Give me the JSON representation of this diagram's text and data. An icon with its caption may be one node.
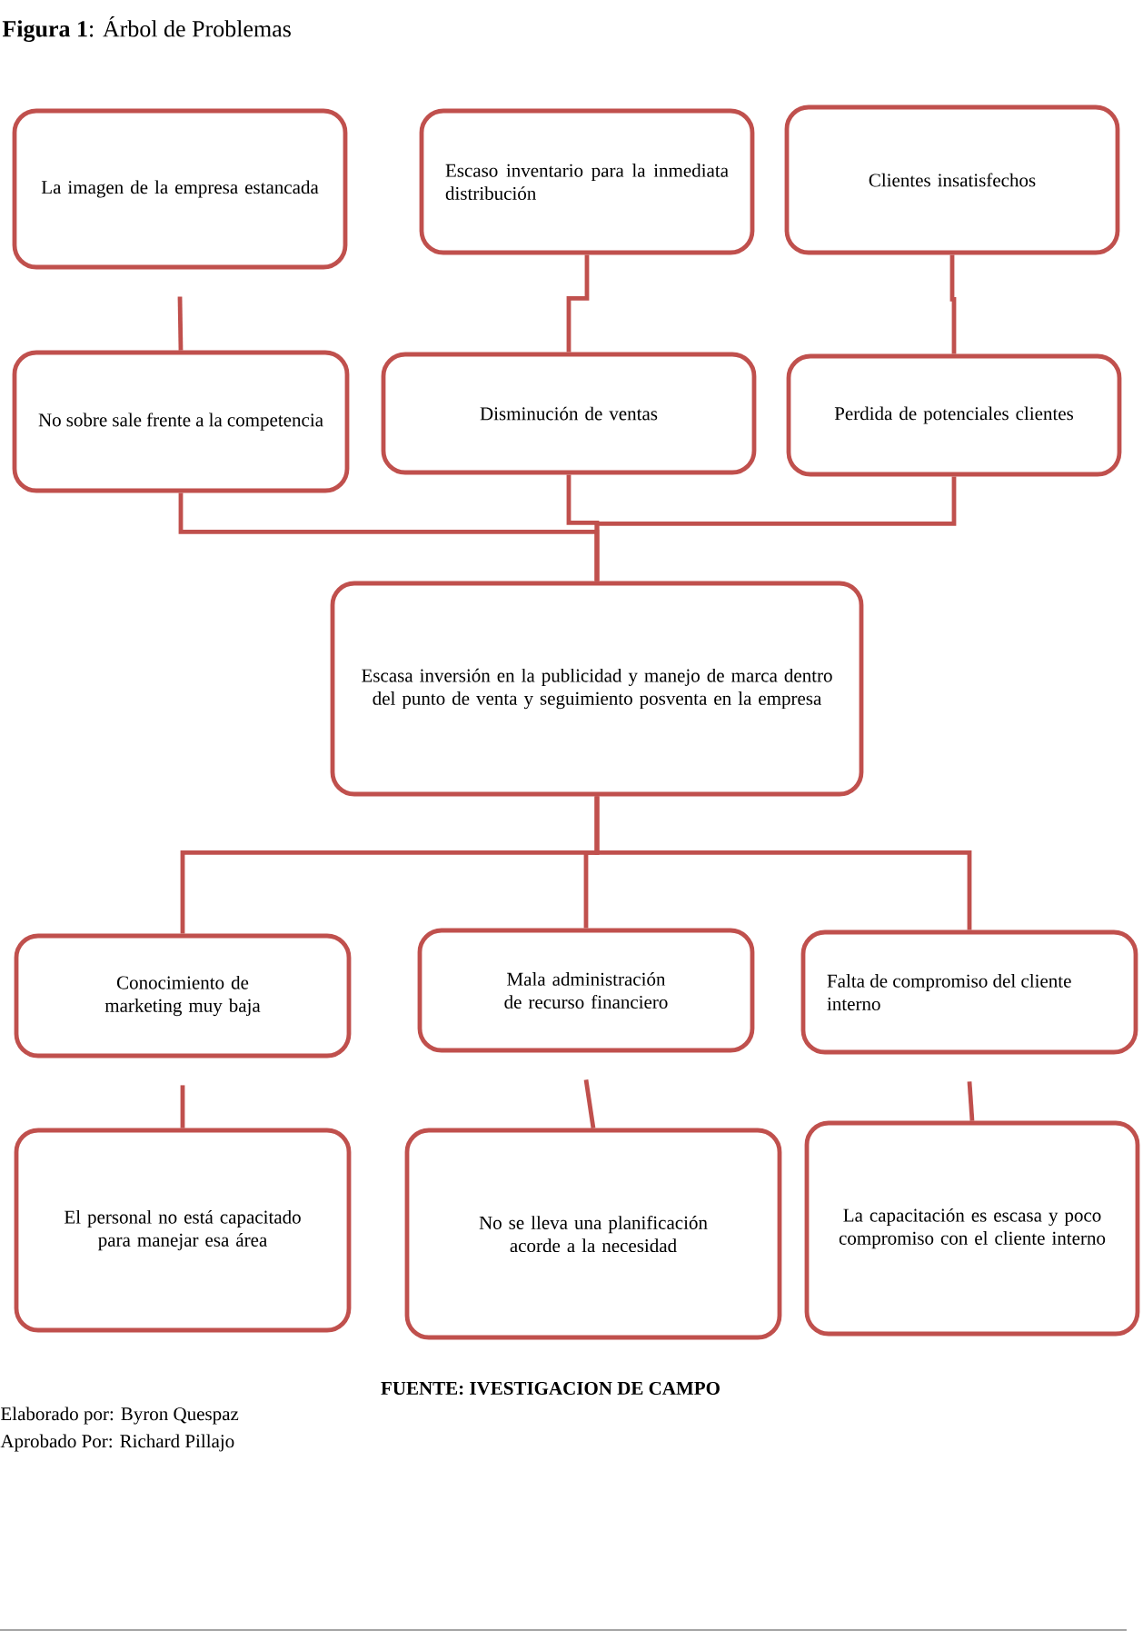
{
  "diagram": {
    "title": "**Figura 1**: Árbol de Problemas",
    "nodes": [
      {
        "text": [
          "La imagen de la empresa estancada"
        ]
      },
      {
        "text": [
          "Escaso inventario para la inmediata distribución"
        ]
      },
      {
        "text": [
          "Clientes insatisfechos"
        ]
      },
      {
        "text": [
          "No sobre sale frente a la competencia"
        ]
      },
      {
        "text": [
          "Disminución de ventas"
        ]
      },
      {
        "text": [
          "Perdida de potenciales clientes"
        ]
      },
      {
        "text": [
          "Escasa inversión en la publicidad y manejo de marca dentro del punto de venta y seguimiento posventa en la empresa"
        ]
      },
      {
        "text": [
          "Conocimiento de marketing muy baja"
        ]
      },
      {
        "text": [
          "Mala administración de recurso financiero"
        ]
      },
      {
        "text": [
          "Falta de compromiso del cliente interno"
        ]
      },
      {
        "text": [
          "El personal no está capacitado para manejar esa área"
        ]
      },
      {
        "text": [
          "No se lleva una planificación acorde a la necesidad"
        ]
      },
      {
        "text": [
          "La capacitación es escasa y poco compromiso con el cliente interno"
        ]
      }
    ],
    "edges": [
      {
        "from": 0,
        "to": 3,
        "arrow": "none"
      },
      {
        "from": 1,
        "to": 4,
        "arrow": "none"
      },
      {
        "from": 2,
        "to": 5,
        "arrow": "none"
      },
      {
        "from": 3,
        "to": 6,
        "arrow": "none"
      },
      {
        "from": 4,
        "to": 6,
        "arrow": "none"
      },
      {
        "from": 5,
        "to": 6,
        "arrow": "none"
      },
      {
        "from": 6,
        "to": 7,
        "arrow": "none"
      },
      {
        "from": 6,
        "to": 8,
        "arrow": "none"
      },
      {
        "from": 6,
        "to": 9,
        "arrow": "none"
      },
      {
        "from": 7,
        "to": 10,
        "arrow": "none"
      },
      {
        "from": 8,
        "to": 11,
        "arrow": "none"
      },
      {
        "from": 9,
        "to": 12,
        "arrow": "none"
      }
    ],
    "caption": "FUENTE: IVESTIGACION DE CAMPO",
    "labels": [
      "Elaborado por: Byron Quespaz",
      "Aprobado Por: Richard Pillajo"
    ]
  }
}
